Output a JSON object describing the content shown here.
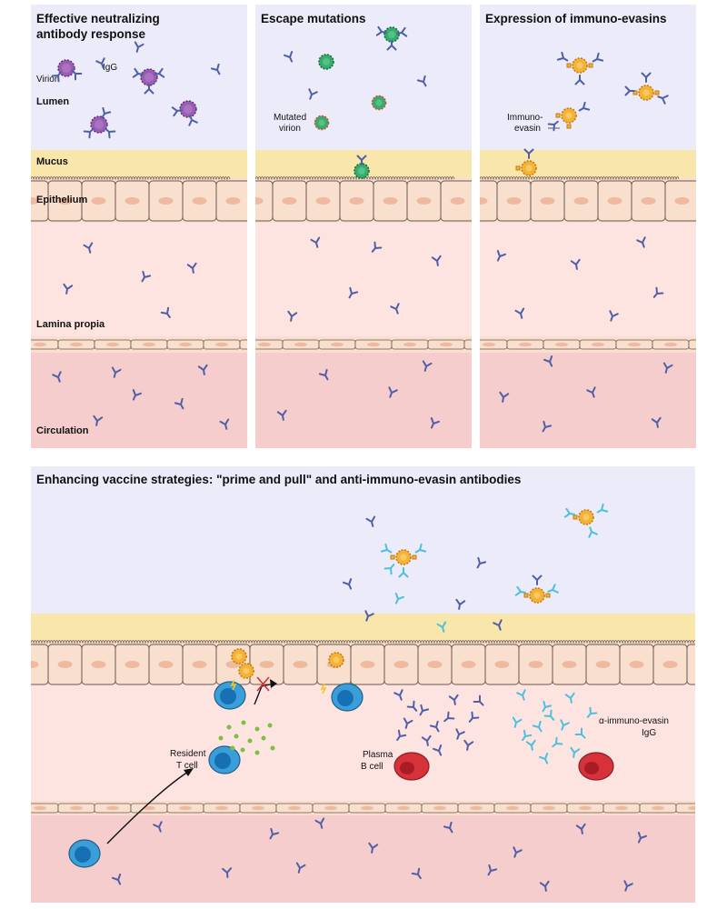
{
  "panels": [
    {
      "title_line1": "Effective neutralizing",
      "title_line2": "antibody response"
    },
    {
      "title_line1": "Escape mutations",
      "title_line2": ""
    },
    {
      "title_line1": "Expression of immuno-evasins",
      "title_line2": ""
    }
  ],
  "zones": {
    "lumen": "Lumen",
    "mucus": "Mucus",
    "epithelium": "Epithelium",
    "lamina_propia": "Lamina propia",
    "circulation": "Circulation"
  },
  "labels": {
    "virion": "Virion",
    "igg": "IgG",
    "mutated_virion_line1": "Mutated",
    "mutated_virion_line2": "virion",
    "immuno_evasin_line1": "Immuno-",
    "immuno_evasin_line2": "evasin"
  },
  "bottom": {
    "title": "Enhancing vaccine strategies: \"prime and pull\" and anti-immuno-evasin antibodies",
    "resident_t_cell_line1": "Resident",
    "resident_t_cell_line2": "T cell",
    "plasma_b_cell_line1": "Plasma",
    "plasma_b_cell_line2": "B cell",
    "anti_evasin_line1": "α-immuno-evasin",
    "anti_evasin_line2": "IgG"
  },
  "colors": {
    "lumen": "#ecebf9",
    "mucus": "#f8e6aa",
    "epithelium": "#f9dfcd",
    "lamina": "#fde4e0",
    "circulation": "#f6cdcd",
    "antibody": "#4f5fa8",
    "anti_evasin_antibody": "#4ec0dc",
    "virion": "#9a5db2",
    "mutated_virion": "#36ad6c",
    "evasin_virion": "#f3b334",
    "t_cell": "#3a9fd8",
    "b_cell": "#d7313a"
  }
}
